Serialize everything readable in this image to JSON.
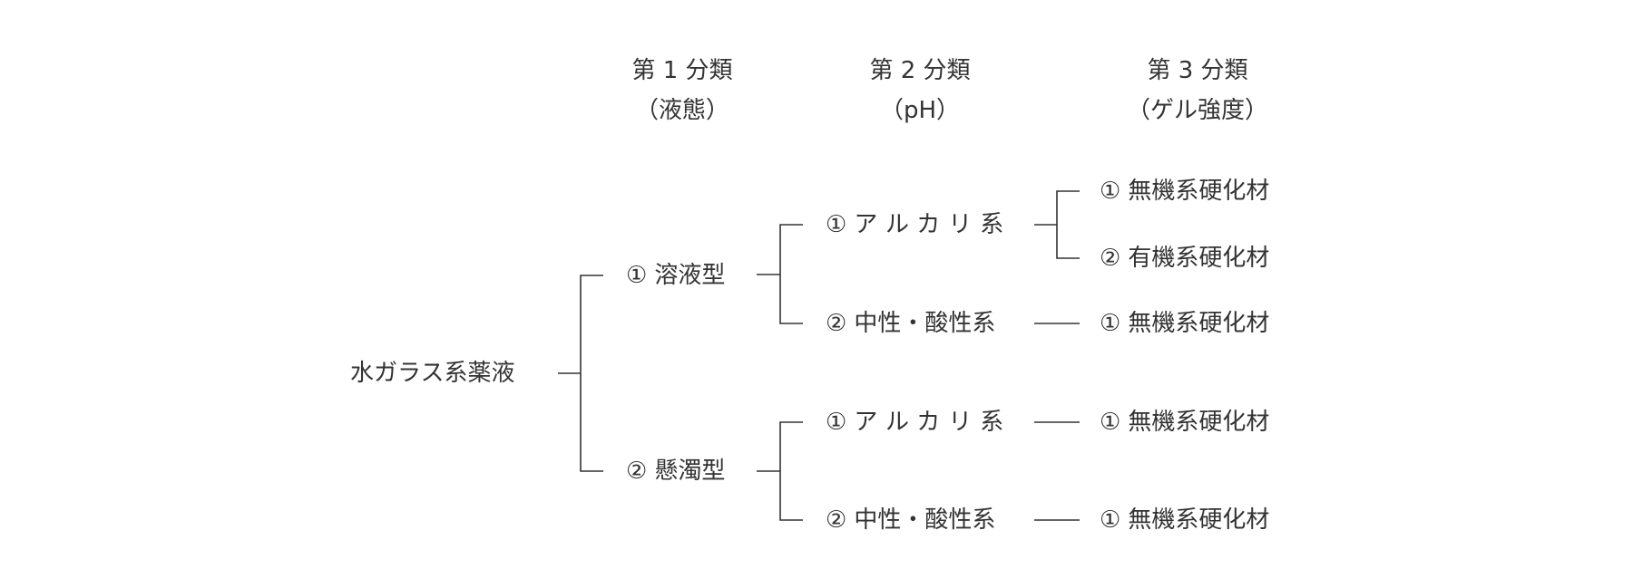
{
  "headers": [
    {
      "title": "第 1 分類",
      "sub": "（液態）"
    },
    {
      "title": "第 2 分類",
      "sub": "（pH）"
    },
    {
      "title": "第 3 分類",
      "sub": "（ゲル強度）"
    }
  ],
  "root": {
    "label": "水ガラス系薬液"
  },
  "level1": [
    {
      "num": "①",
      "label": "溶液型"
    },
    {
      "num": "②",
      "label": "懸濁型"
    }
  ],
  "level2": [
    {
      "num": "①",
      "label": "アルカリ系"
    },
    {
      "num": "②",
      "label": "中性・酸性系"
    },
    {
      "num": "①",
      "label": "アルカリ系"
    },
    {
      "num": "②",
      "label": "中性・酸性系"
    }
  ],
  "level3": [
    {
      "num": "①",
      "label": "無機系硬化材"
    },
    {
      "num": "②",
      "label": "有機系硬化材"
    },
    {
      "num": "①",
      "label": "無機系硬化材"
    },
    {
      "num": "①",
      "label": "無機系硬化材"
    },
    {
      "num": "①",
      "label": "無機系硬化材"
    }
  ]
}
